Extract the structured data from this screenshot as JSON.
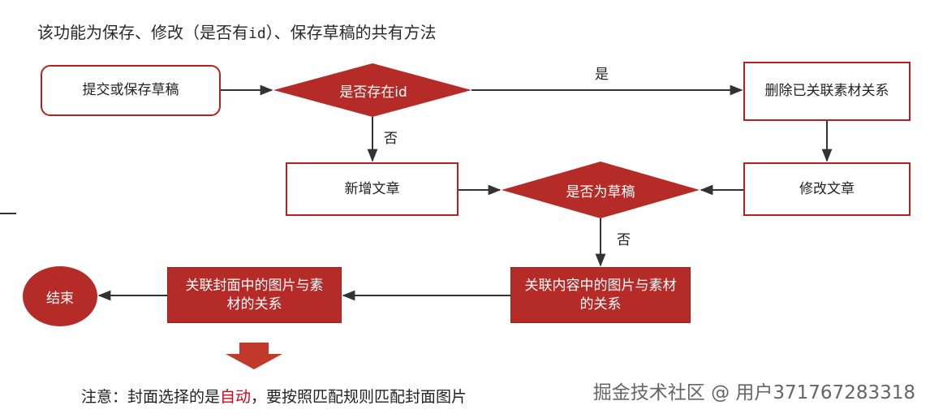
{
  "header": {
    "title_prefix": "该功能为保存、修改（是否有",
    "title_code": "id",
    "title_suffix": "）、保存草稿的共有方法"
  },
  "nodes": {
    "submit": "提交或保存草稿",
    "has_id": "是否存在id",
    "delete_rel": "删除已关联素材关系",
    "new_article": "新增文章",
    "is_draft": "是否为草稿",
    "edit_article": "修改文章",
    "content_rel": "关联内容中的图片与素材的关系",
    "cover_rel": "关联封面中的图片与素材的关系",
    "end": "结束"
  },
  "edge_labels": {
    "yes": "是",
    "no1": "否",
    "no2": "否"
  },
  "note": {
    "before": "注意：封面选择的是",
    "highlight": "自动",
    "after": "，要按照匹配规则匹配封面图片"
  },
  "watermark": "掘金技术社区 @ 用户371767283318",
  "colors": {
    "primary": "#b52b27",
    "outline": "#b22222",
    "arrow": "#333333",
    "highlight": "#d0021b"
  }
}
